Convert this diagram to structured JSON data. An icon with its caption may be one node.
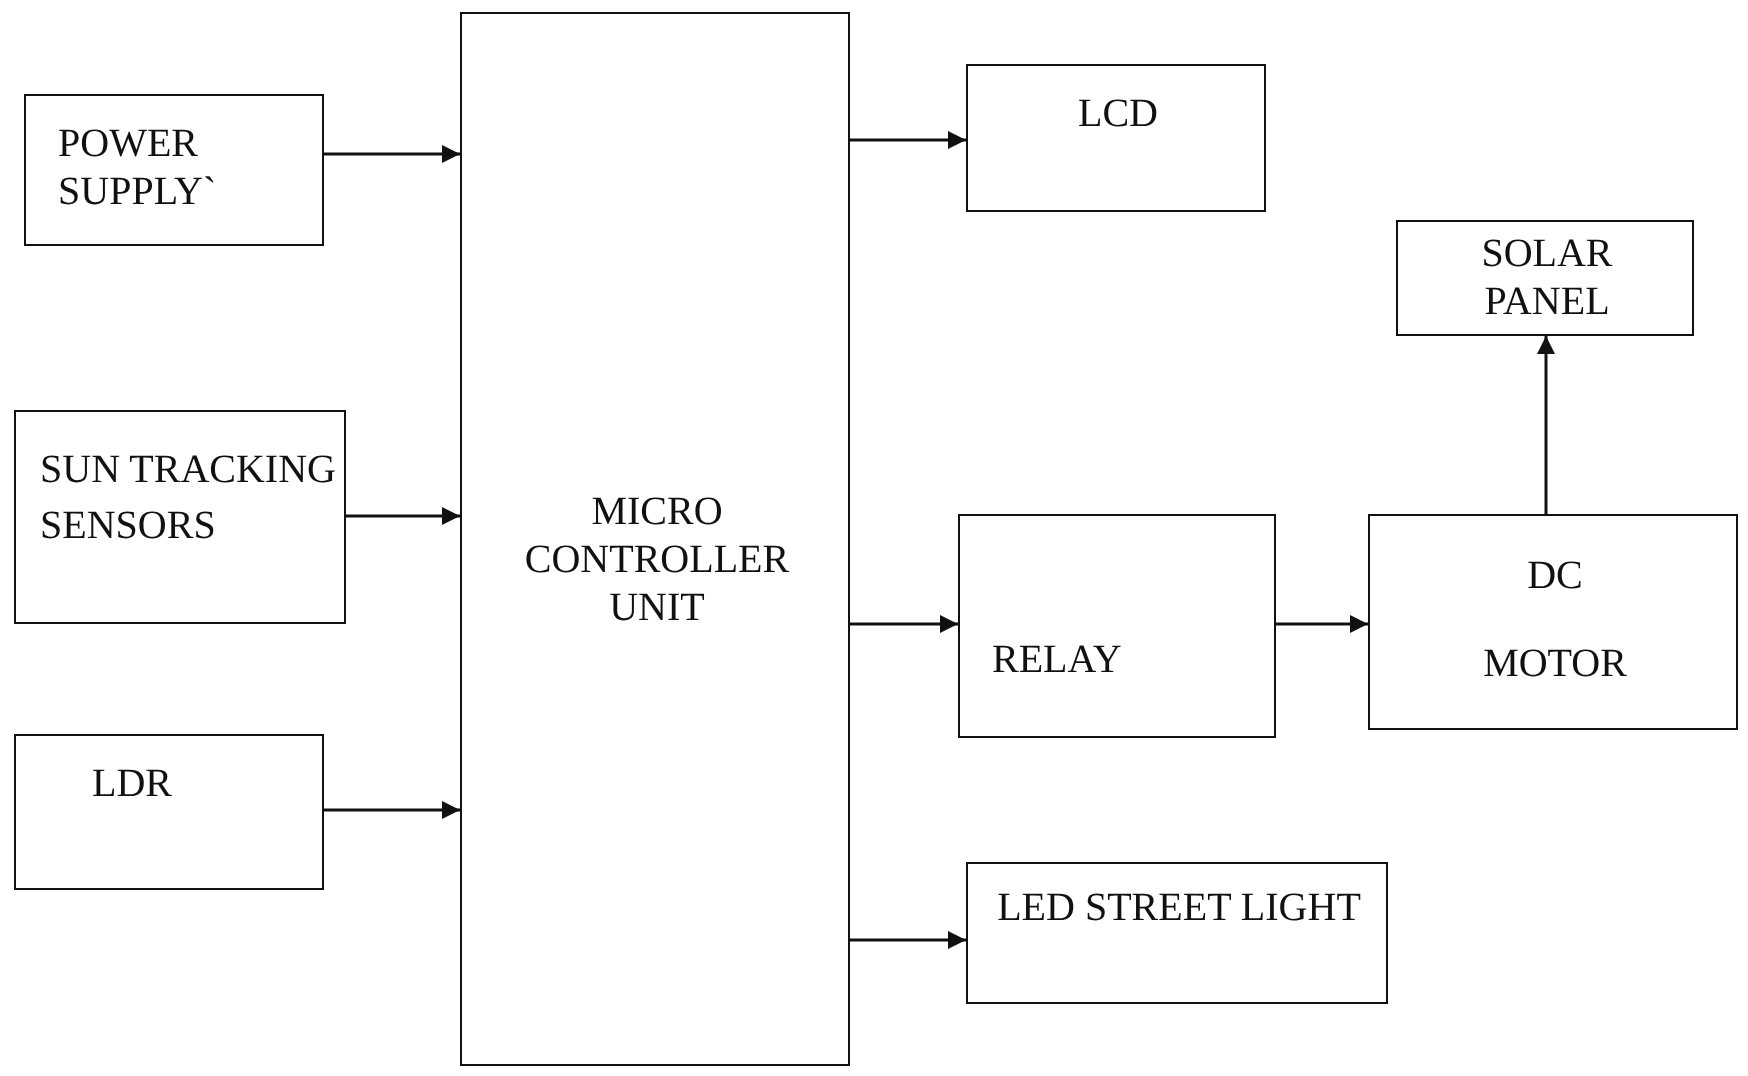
{
  "diagram": {
    "nodes": [
      {
        "text": [
          "POWER SUPPLY`"
        ]
      },
      {
        "text": [
          "SUN TRACKING SENSORS"
        ]
      },
      {
        "text": [
          "LDR"
        ]
      },
      {
        "text": [
          "MICRO CONTROLLER UNIT"
        ]
      },
      {
        "text": [
          "LCD"
        ]
      },
      {
        "text": [
          "SOLAR PANEL"
        ]
      },
      {
        "text": [
          "RELAY"
        ]
      },
      {
        "text": [
          "DC MOTOR"
        ]
      },
      {
        "text": [
          "LED STREET LIGHT"
        ]
      }
    ],
    "edges": [
      {
        "from": 0,
        "to": 3,
        "arrow": "to"
      },
      {
        "from": 1,
        "to": 3,
        "arrow": "to"
      },
      {
        "from": 2,
        "to": 3,
        "arrow": "to"
      },
      {
        "from": 3,
        "to": 4,
        "arrow": "to"
      },
      {
        "from": 3,
        "to": 6,
        "arrow": "to"
      },
      {
        "from": 3,
        "to": 8,
        "arrow": "to"
      },
      {
        "from": 6,
        "to": 7,
        "arrow": "to"
      },
      {
        "from": 7,
        "to": 5,
        "arrow": "to"
      }
    ]
  }
}
